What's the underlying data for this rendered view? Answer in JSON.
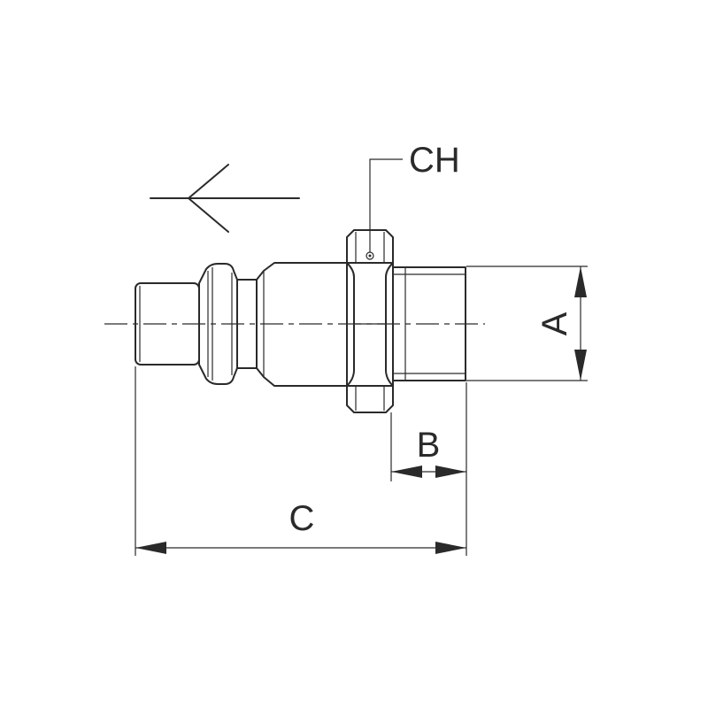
{
  "labels": {
    "hex": "CH",
    "diameter": "A",
    "thread_length": "B",
    "overall_length": "C"
  },
  "colors": {
    "line": "#2a2a2a",
    "background": "#ffffff"
  },
  "icons": {
    "flow_direction": "arrow-left-icon"
  }
}
